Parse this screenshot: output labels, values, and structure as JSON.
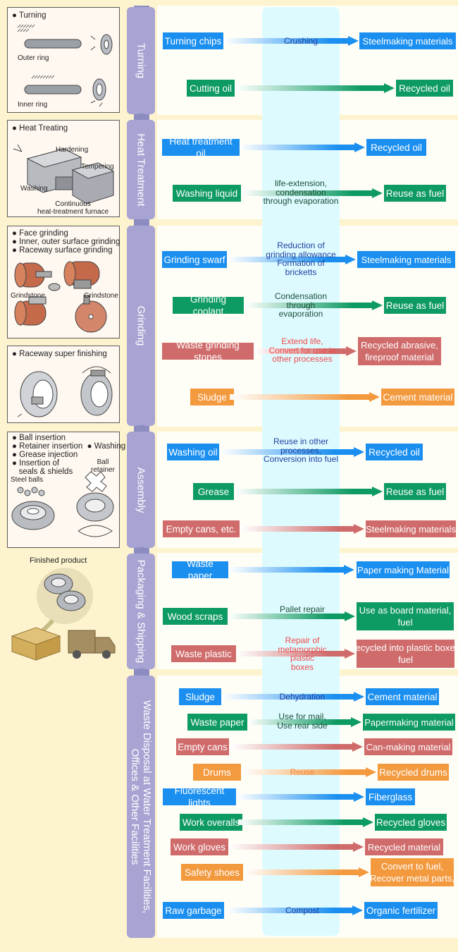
{
  "colors": {
    "blue": "#1a8ff0",
    "green": "#0e9a63",
    "red": "#cf6b6b",
    "orange": "#f3993e",
    "section": "#a7a3d2",
    "spine": "#8d8cc1",
    "cyan": "#ddfbff",
    "background": "#fdf3cf"
  },
  "sections": [
    {
      "label": "Turning"
    },
    {
      "label": "Heat Treatment"
    },
    {
      "label": "Grinding"
    },
    {
      "label": "Assembly"
    },
    {
      "label": "Packaging & Shipping"
    },
    {
      "label": "Waste Disposal at Water Treatment Facilities,\nOffices & Other Facilities"
    }
  ],
  "panels": {
    "turning": {
      "title": "● Turning",
      "outer_ring": "Outer ring",
      "inner_ring": "Inner ring"
    },
    "heat": {
      "title": "● Heat Treating",
      "hardening": "Hardening",
      "tempering": "Tempering",
      "washing": "Washing",
      "furnace": "Continuous\nheat-treatment furnace"
    },
    "grinding": {
      "title": "● Face grinding\n● Inner, outer surface grinding\n● Raceway surface grinding",
      "grindstone1": "Grindstone",
      "grindstone2": "Grindstone"
    },
    "super": {
      "title": "● Raceway super finishing"
    },
    "assembly": {
      "title": "● Ball insertion\n● Retainer insertion  ● Washing\n● Grease injection\n● Insertion of\n   seals & shields",
      "steel_balls": "Steel balls",
      "ball_retainer": "Ball\nretainer"
    },
    "finished": {
      "title": "Finished product"
    }
  },
  "flows": [
    {
      "source": "Turning chips",
      "process": "Crushing",
      "result": "Steelmaking materials",
      "color": "blue",
      "icon": "arrow-right-icon"
    },
    {
      "source": "Cutting oil",
      "process": "",
      "result": "Recycled oil",
      "color": "green",
      "icon": "arrow-right-icon"
    },
    {
      "source": "Heat treatment oil",
      "process": "",
      "result": "Recycled oil",
      "color": "blue",
      "icon": "arrow-right-icon"
    },
    {
      "source": "Washing liquid",
      "process": "life-extension,\ncondensation\nthrough evaporation",
      "result": "Reuse as fuel",
      "color": "green",
      "icon": "arrow-right-icon"
    },
    {
      "source": "Grinding swarf",
      "process": "Reduction of\ngrinding allowance\nFormation of\nbricketts",
      "result": "Steelmaking materials",
      "color": "blue",
      "icon": "arrow-right-icon"
    },
    {
      "source": "Grinding coolant",
      "process": "Condensation\nthrough\nevaporation",
      "result": "Reuse as fuel",
      "color": "green",
      "icon": "arrow-right-icon"
    },
    {
      "source": "Waste grinding stones",
      "process": "Extend life,\nConvert for use in\nother processes",
      "result": "Recycled abrasive,\nfireproof material",
      "color": "red",
      "icon": "arrow-right-icon"
    },
    {
      "source": "Sludge",
      "process": "",
      "result": "Cement material",
      "color": "orange",
      "icon": "arrow-right-icon"
    },
    {
      "source": "Washing oil",
      "process": "Reuse in other\nprocesses,\nConversion into fuel",
      "result": "Recycled oil",
      "color": "blue",
      "icon": "arrow-right-icon"
    },
    {
      "source": "Grease",
      "process": "",
      "result": "Reuse as fuel",
      "color": "green",
      "icon": "arrow-right-icon"
    },
    {
      "source": "Empty cans, etc.",
      "process": "",
      "result": "Steelmaking materials",
      "color": "red",
      "icon": "arrow-right-icon"
    },
    {
      "source": "Waste paper",
      "process": "",
      "result": "Paper making Material",
      "color": "blue",
      "icon": "arrow-right-icon"
    },
    {
      "source": "Wood scraps",
      "process": "Pallet repair",
      "result": "Use as board material,\nfuel",
      "color": "green",
      "icon": "arrow-right-icon"
    },
    {
      "source": "Waste plastic",
      "process": "Repair of\nmetamorphic\nplastic\nboxes",
      "result": "Recycled into plastic boxes,\nfuel",
      "color": "red",
      "icon": "arrow-right-icon"
    },
    {
      "source": "Sludge",
      "process": "Dehydration",
      "result": "Cement material",
      "color": "blue",
      "icon": "arrow-right-icon"
    },
    {
      "source": "Waste paper",
      "process": "Use for mail,\nUse rear side",
      "result": "Papermaking material",
      "color": "green",
      "icon": "arrow-right-icon"
    },
    {
      "source": "Empty cans",
      "process": "",
      "result": "Can-making material",
      "color": "red",
      "icon": "arrow-right-icon"
    },
    {
      "source": "Drums",
      "process": "Reuse",
      "result": "Recycled drums",
      "color": "orange",
      "icon": "arrow-right-icon"
    },
    {
      "source": "Fluorescent lights",
      "process": "",
      "result": "Fiberglass",
      "color": "blue",
      "icon": "arrow-right-icon"
    },
    {
      "source": "Work overalls",
      "process": "",
      "result": "Recycled gloves",
      "color": "green",
      "icon": "arrow-right-icon"
    },
    {
      "source": "Work gloves",
      "process": "",
      "result": "Recycled material",
      "color": "red",
      "icon": "arrow-right-icon"
    },
    {
      "source": "Safety shoes",
      "process": "",
      "result": "Convert to fuel,\nRecover metal parts,",
      "color": "orange",
      "icon": "arrow-right-icon"
    },
    {
      "source": "Raw garbage",
      "process": "Compost",
      "result": "Organic fertilizer",
      "color": "blue",
      "icon": "arrow-right-icon"
    }
  ]
}
